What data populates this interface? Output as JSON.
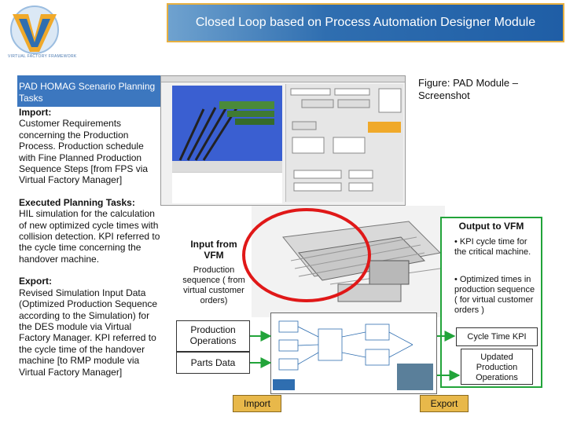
{
  "header": {
    "title": "Closed Loop based on Process Automation Designer Module",
    "logo_text": "VIRTUAL FACTORY FRAMEWORK"
  },
  "left_panel": {
    "heading": "PAD HOMAG Scenario Planning Tasks",
    "import_label": "Import:",
    "import_text": "Customer Requirements concerning the Production Process. Production schedule with Fine Planned Production Sequence Steps [from FPS via Virtual Factory Manager]",
    "executed_label": "Executed Planning Tasks:",
    "executed_text": "HIL simulation for the calculation of new optimized cycle times with collision detection. KPI referred to the cycle time concerning the handover machine.",
    "export_label": "Export:",
    "export_text": "Revised Simulation Input Data (Optimized Production Sequence according to the Simulation) for the DES module via Virtual Factory Manager. KPI referred to the cycle time of the handover machine [to RMP module via Virtual Factory Manager]"
  },
  "figure_caption": "Figure: PAD Module – Screenshot",
  "input": {
    "title": "Input from VFM",
    "production_sequence": "Production sequence ( from virtual customer orders)",
    "production_operations": "Production Operations",
    "parts_data": "Parts Data"
  },
  "output": {
    "title": "Output to VFM",
    "item1": "• KPI cycle time for the critical machine.",
    "item2": "• Optimized times in production sequence ( for virtual customer orders )",
    "cycle_kpi": "Cycle Time KPI",
    "updated_ops": "Updated Production Operations"
  },
  "buttons": {
    "import": "Import",
    "export": "Export"
  },
  "colors": {
    "title_bg": "#2f6eb0",
    "title_border": "#e7b040",
    "panel_heading_bg": "#3c77bf",
    "output_border": "#22a43a",
    "arrow_green": "#22a43a",
    "circle_red": "#e01818",
    "button_bg": "#e8b84a"
  }
}
